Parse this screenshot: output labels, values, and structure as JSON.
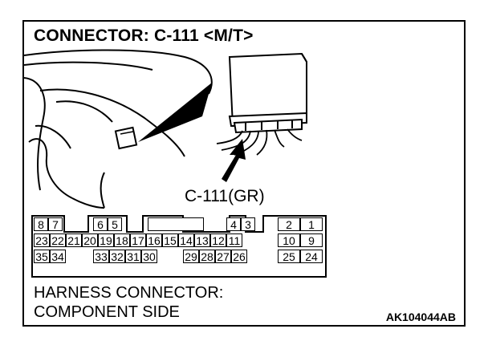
{
  "title": "CONNECTOR: C-111 <M/T>",
  "callout_label": "C-111(GR)",
  "pins": {
    "row1": [
      "8",
      "7",
      "6",
      "5",
      "4",
      "3",
      "2",
      "1"
    ],
    "row2": [
      "23",
      "22",
      "21",
      "20",
      "19",
      "18",
      "17",
      "16",
      "15",
      "14",
      "13",
      "12",
      "11",
      "10",
      "9"
    ],
    "row3": [
      "35",
      "34",
      "33",
      "32",
      "31",
      "30",
      "29",
      "28",
      "27",
      "26",
      "25",
      "24"
    ]
  },
  "harness_text": [
    "HARNESS CONNECTOR:",
    "COMPONENT SIDE"
  ],
  "figure_code": "AK104044AB"
}
